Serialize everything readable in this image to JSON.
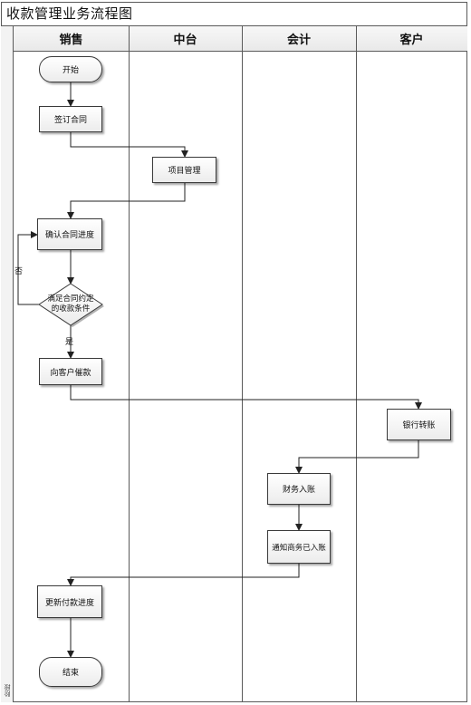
{
  "diagram": {
    "title": "收款管理业务流程图",
    "stage_label": "阶段",
    "lanes": [
      {
        "id": "sales",
        "label": "销售"
      },
      {
        "id": "mid",
        "label": "中台"
      },
      {
        "id": "acct",
        "label": "会计"
      },
      {
        "id": "cust",
        "label": "客户"
      }
    ],
    "nodes": {
      "start": "开始",
      "sign_contract": "签订合同",
      "project_mgmt": "项目管理",
      "confirm_progress": "确认合同进度",
      "decision_line1": "满足合同约定",
      "decision_line2": "的收款条件",
      "collect_payment": "向客户催款",
      "bank_transfer": "银行转账",
      "finance_entry": "财务入账",
      "notify_sales": "通知商务已入账",
      "update_progress": "更新付款进度",
      "end": "结束"
    },
    "edge_labels": {
      "no": "否",
      "yes": "是"
    }
  }
}
